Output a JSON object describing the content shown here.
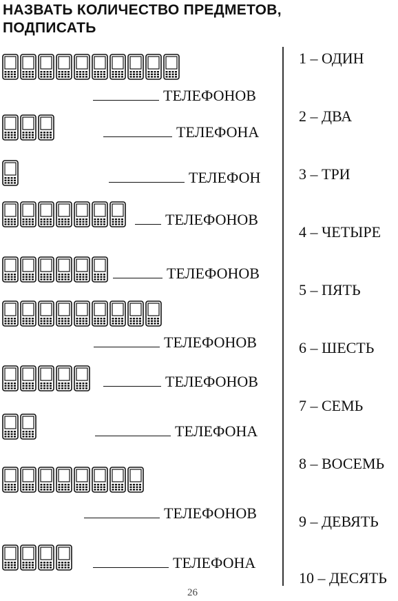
{
  "title": "НАЗВАТЬ КОЛИЧЕСТВО ПРЕДМЕТОВ, ПОДПИСАТЬ",
  "icon": "mobile-phone-icon",
  "exercises": [
    {
      "count": 10,
      "word": "ТЕЛЕФОНОВ"
    },
    {
      "count": 3,
      "word": "ТЕЛЕФОНА"
    },
    {
      "count": 1,
      "word": "ТЕЛЕФОН"
    },
    {
      "count": 7,
      "word": "ТЕЛЕФОНОВ"
    },
    {
      "count": 6,
      "word": "ТЕЛЕФОНОВ"
    },
    {
      "count": 9,
      "word": "ТЕЛЕФОНОВ"
    },
    {
      "count": 5,
      "word": "ТЕЛЕФОНОВ"
    },
    {
      "count": 2,
      "word": "ТЕЛЕФОНА"
    },
    {
      "count": 8,
      "word": "ТЕЛЕФОНОВ"
    },
    {
      "count": 4,
      "word": "ТЕЛЕФОНА"
    }
  ],
  "numbers": [
    "1 – ОДИН",
    "2 – ДВА",
    "3 – ТРИ",
    "4 – ЧЕТЫРЕ",
    "5 – ПЯТЬ",
    "6 – ШЕСТЬ",
    "7 – СЕМЬ",
    "8 – ВОСЕМЬ",
    "9 – ДЕВЯТЬ",
    "10 – ДЕСЯТЬ"
  ],
  "page_number": "26"
}
